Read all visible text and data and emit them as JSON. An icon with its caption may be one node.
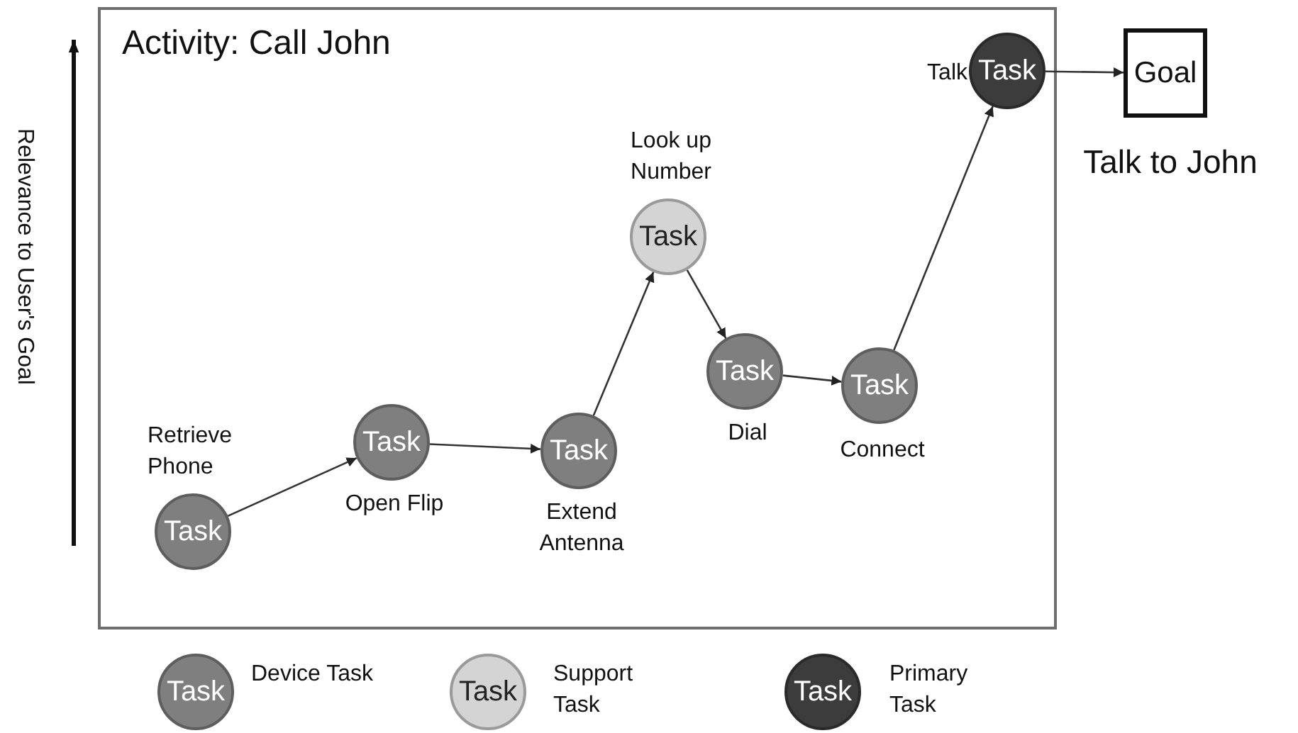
{
  "diagram": {
    "nodes": [
      {
        "text": [
          "Activity: Call John"
        ]
      },
      {
        "text": [
          "Task"
        ],
        "beside": [
          "Retrieve Phone"
        ],
        "in": 0
      },
      {
        "text": [
          "Task"
        ],
        "beside": [
          "Open Flip"
        ],
        "in": 0
      },
      {
        "text": [
          "Task"
        ],
        "beside": [
          "Extend Antenna"
        ],
        "in": 0
      },
      {
        "text": [
          "Task"
        ],
        "beside": [
          "Look up Number"
        ],
        "in": 0
      },
      {
        "text": [
          "Task"
        ],
        "beside": [
          "Dial"
        ],
        "in": 0
      },
      {
        "text": [
          "Task"
        ],
        "beside": [
          "Connect"
        ],
        "in": 0
      },
      {
        "text": [
          "Task"
        ],
        "beside": [
          "Talk"
        ],
        "in": 0
      },
      {
        "text": [
          "Goal"
        ],
        "beside": [
          "Talk to John"
        ]
      }
    ],
    "edges": [
      {
        "from": 1,
        "to": 2,
        "arrow": "to"
      },
      {
        "from": 2,
        "to": 3,
        "arrow": "to"
      },
      {
        "from": 3,
        "to": 4,
        "arrow": "to"
      },
      {
        "from": 4,
        "to": 5,
        "arrow": "to"
      },
      {
        "from": 5,
        "to": 6,
        "arrow": "to"
      },
      {
        "from": 6,
        "to": 7,
        "arrow": "to"
      },
      {
        "from": 7,
        "to": 8,
        "arrow": "to"
      }
    ],
    "labels": [
      "Relevance to User's Goal",
      "Task",
      "Task",
      "Task"
    ],
    "legend": [
      {
        "text": "Device Task",
        "color": "#7f7f7f"
      },
      {
        "text": "Support Task",
        "color": "#d4d4d4"
      },
      {
        "text": "Primary Task",
        "color": "#3c3c3c"
      }
    ]
  }
}
